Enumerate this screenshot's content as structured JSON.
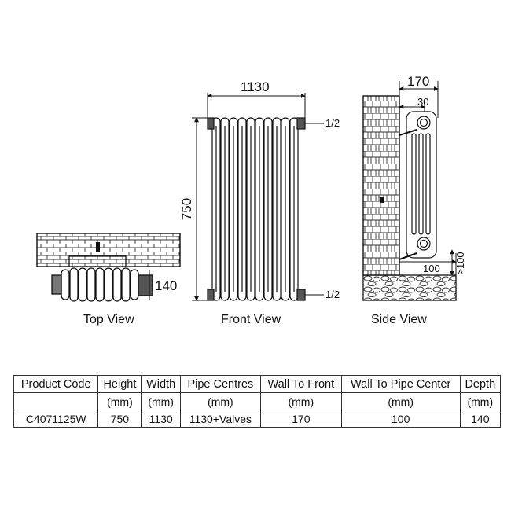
{
  "views": {
    "top": {
      "label": "Top View",
      "depth_dim": "140"
    },
    "front": {
      "label": "Front View",
      "width_dim": "1130",
      "height_dim": "750",
      "valve_top": "1/2",
      "valve_bottom": "1/2"
    },
    "side": {
      "label": "Side View",
      "wall_to_front": "170",
      "wall_to_pipe": "30",
      "pipe_center": "100",
      "floor_clearance": ">100"
    }
  },
  "table": {
    "headers": [
      "Product Code",
      "Height",
      "Width",
      "Pipe Centres",
      "Wall To Front",
      "Wall To Pipe Center",
      "Depth"
    ],
    "units": [
      "",
      "(mm)",
      "(mm)",
      "(mm)",
      "(mm)",
      "(mm)",
      "(mm)"
    ],
    "rows": [
      [
        "C4071125W",
        "750",
        "1130",
        "1130+Valves",
        "170",
        "100",
        "140"
      ]
    ]
  }
}
